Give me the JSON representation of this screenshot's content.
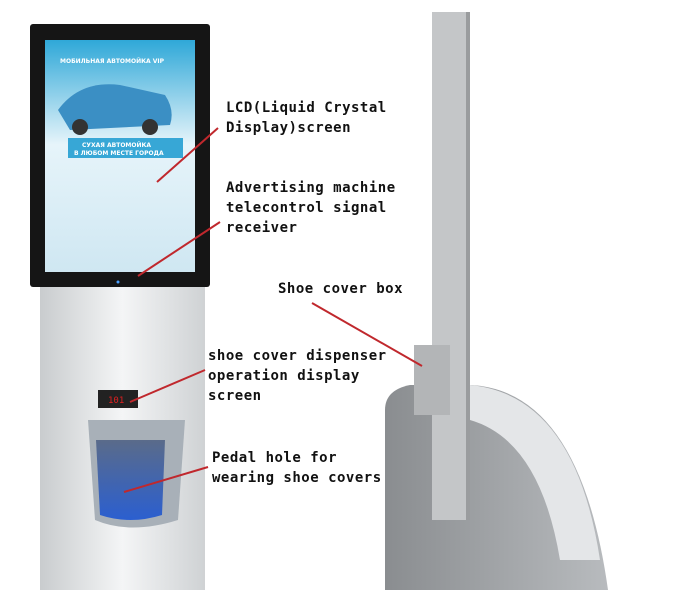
{
  "labels": {
    "lcd": [
      "LCD(Liquid Crystal",
      "Display)screen"
    ],
    "receiver": [
      "Advertising machine",
      "telecontrol signal",
      "receiver"
    ],
    "shoe_cover_box": [
      "Shoe cover box"
    ],
    "operation_display": [
      "shoe cover dispenser",
      "operation display",
      "screen"
    ],
    "pedal_hole": [
      "Pedal hole for",
      "wearing shoe covers"
    ]
  },
  "screen_ad": {
    "header": "МОБИЛЬНАЯ АВТОМОЙКА VIP",
    "slogan": [
      "СУХАЯ АВТОМОЙКА",
      "В ЛЮБОМ МЕСТЕ ГОРОДА"
    ]
  },
  "colors": {
    "leader_line": "#c0282d",
    "screen_bg": "#2fa8d8",
    "body": "#e6e8ea"
  }
}
